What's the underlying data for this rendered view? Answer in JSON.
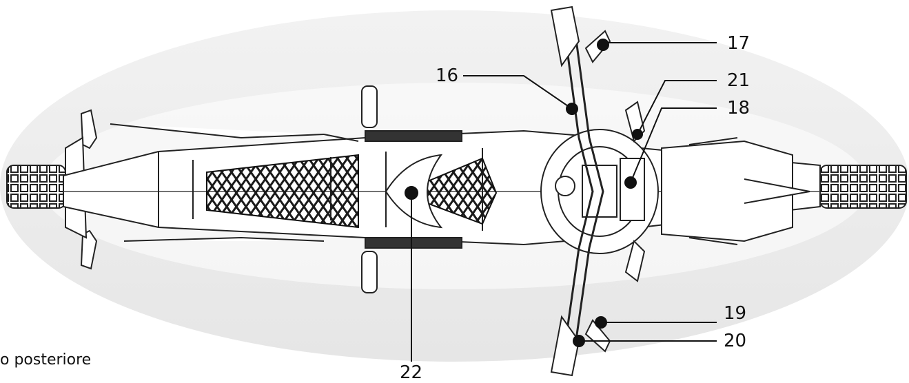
{
  "labels": {
    "l16": "16",
    "l17": "17",
    "l18": "18",
    "l19": "19",
    "l20": "20",
    "l21": "21",
    "l22": "22"
  },
  "caption": "o posteriore"
}
